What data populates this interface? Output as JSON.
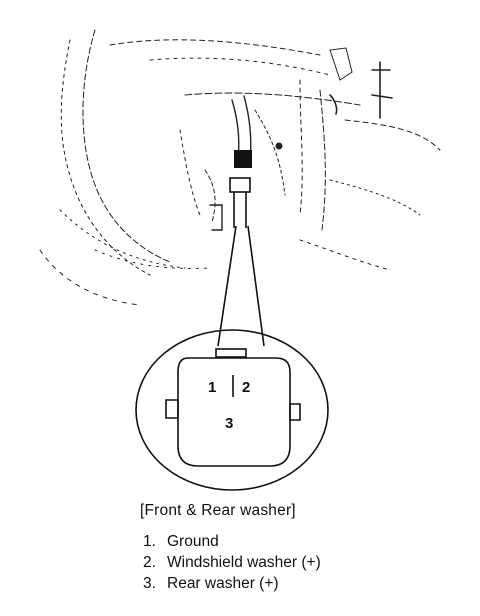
{
  "caption": "[Front & Rear washer]",
  "connector": {
    "pins": [
      "1",
      "2",
      "3"
    ]
  },
  "legend": [
    {
      "number": "1.",
      "label": "Ground"
    },
    {
      "number": "2.",
      "label": "Windshield washer (+)"
    },
    {
      "number": "3.",
      "label": "Rear washer (+)"
    }
  ]
}
